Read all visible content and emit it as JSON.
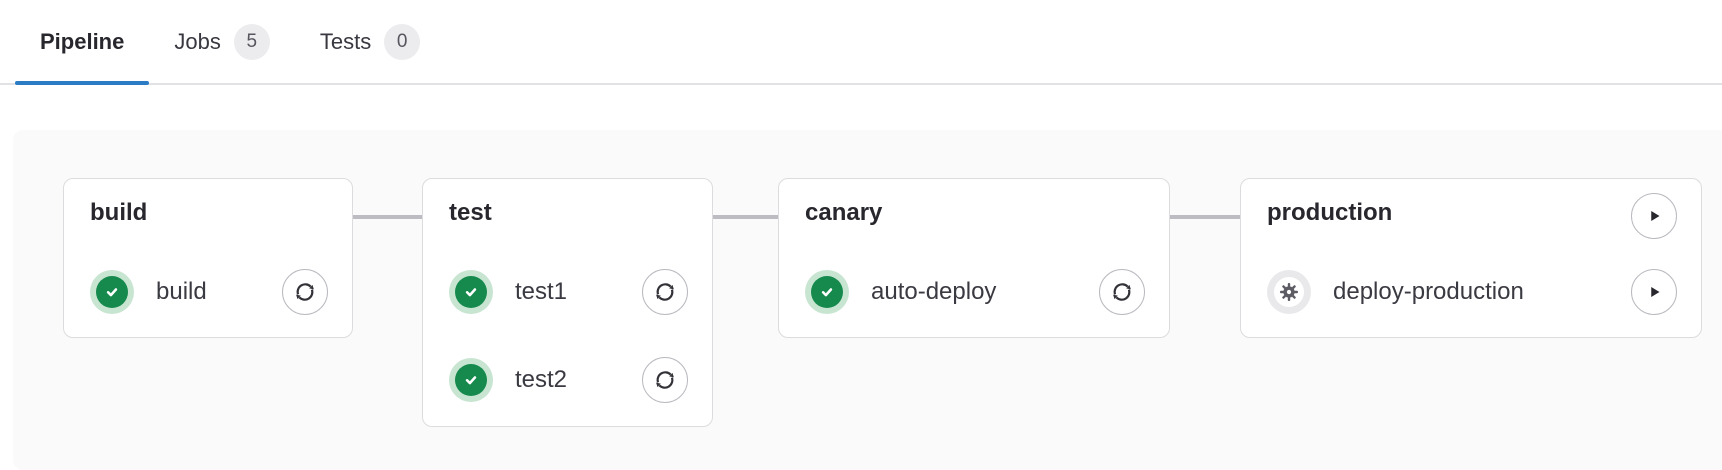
{
  "tabs": [
    {
      "label": "Pipeline",
      "active": true
    },
    {
      "label": "Jobs",
      "badge": "5"
    },
    {
      "label": "Tests",
      "badge": "0"
    }
  ],
  "pipeline_graph": {
    "stages": [
      {
        "name": "build",
        "jobs": [
          {
            "name": "build",
            "status": "success",
            "action": "retry"
          }
        ]
      },
      {
        "name": "test",
        "jobs": [
          {
            "name": "test1",
            "status": "success",
            "action": "retry"
          },
          {
            "name": "test2",
            "status": "success",
            "action": "retry"
          }
        ]
      },
      {
        "name": "canary",
        "jobs": [
          {
            "name": "auto-deploy",
            "status": "success",
            "action": "retry"
          }
        ]
      },
      {
        "name": "production",
        "stage_action": "play",
        "jobs": [
          {
            "name": "deploy-production",
            "status": "manual",
            "action": "play"
          }
        ]
      }
    ]
  },
  "icons": {
    "success": "status-success-check-icon",
    "manual": "manual-gear-icon",
    "retry": "retry-icon",
    "play": "play-icon"
  },
  "colors": {
    "accent_blue": "#2b7bc5",
    "success_green": "#168a4d",
    "success_halo": "#c8e5d2",
    "manual_halo": "#e9e9ec",
    "panel_bg": "#fafafa",
    "card_border": "#dcdcde",
    "connector_gray": "#bcbcc2",
    "badge_bg": "#ececef",
    "text_dark": "#28272d"
  }
}
